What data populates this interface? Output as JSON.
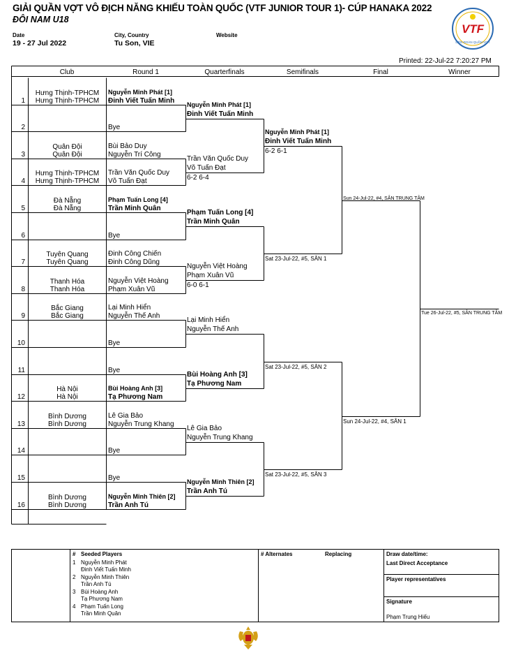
{
  "header": {
    "title": "GIẢI QUẦN VỢT VÔ ĐỊCH NĂNG KHIẾU TOÀN QUỐC (VTF JUNIOR TOUR 1)- CÚP HANAKA 2022",
    "subtitle": "ĐÔI NAM U18",
    "date_label": "Date",
    "date_value": "19 - 27 Jul 2022",
    "city_label": "City, Country",
    "city_value": "Tu Son, VIE",
    "website_label": "Website",
    "printed": "Printed: 22-Jul-22 7:20:27 PM",
    "logo_text": "VTF",
    "logo_sub": "LIÊN ĐOÀN QUẦN VỢT"
  },
  "columns": [
    "Club",
    "Round 1",
    "Quarterfinals",
    "Semifinals",
    "Final",
    "Winner"
  ],
  "draw": [
    {
      "num": "1",
      "clubs": [
        "Hưng Thịnh-TPHCM",
        "Hưng Thịnh-TPHCM"
      ],
      "players": [
        "Nguyễn Minh Phát [1]",
        "Đinh Viết Tuấn Minh"
      ]
    },
    {
      "num": "2",
      "clubs": [
        "",
        ""
      ],
      "players": [
        "Bye",
        ""
      ]
    },
    {
      "num": "3",
      "clubs": [
        "Quân Đội",
        "Quân Đội"
      ],
      "players": [
        "Bùi Bảo Duy",
        "Nguyễn Trí Công"
      ]
    },
    {
      "num": "4",
      "clubs": [
        "Hưng Thịnh-TPHCM",
        "Hưng Thịnh-TPHCM"
      ],
      "players": [
        "Trần Văn Quốc Duy",
        "Võ Tuấn Đạt"
      ]
    },
    {
      "num": "5",
      "clubs": [
        "Đà Nẵng",
        "Đà Nẵng"
      ],
      "players": [
        "Phạm Tuấn Long [4]",
        "Trần Minh Quân"
      ]
    },
    {
      "num": "6",
      "clubs": [
        "",
        ""
      ],
      "players": [
        "Bye",
        ""
      ]
    },
    {
      "num": "7",
      "clubs": [
        "Tuyên Quang",
        "Tuyên Quang"
      ],
      "players": [
        "Đinh Công Chiến",
        "Đinh Công Dũng"
      ]
    },
    {
      "num": "8",
      "clubs": [
        "Thanh Hóa",
        "Thanh Hóa"
      ],
      "players": [
        "Nguyễn Việt Hoàng",
        "Phạm Xuân Vũ"
      ]
    },
    {
      "num": "9",
      "clubs": [
        "Bắc Giang",
        "Bắc Giang"
      ],
      "players": [
        "Lại Minh Hiển",
        "Nguyễn Thế Anh"
      ]
    },
    {
      "num": "10",
      "clubs": [
        "",
        ""
      ],
      "players": [
        "Bye",
        ""
      ]
    },
    {
      "num": "11",
      "clubs": [
        "",
        ""
      ],
      "players": [
        "Bye",
        ""
      ]
    },
    {
      "num": "12",
      "clubs": [
        "Hà Nội",
        "Hà Nội"
      ],
      "players": [
        "Bùi Hoàng Anh [3]",
        "Tạ Phương Nam"
      ]
    },
    {
      "num": "13",
      "clubs": [
        "Bình Dương",
        "Bình Dương"
      ],
      "players": [
        "Lê Gia Bảo",
        "Nguyễn Trung Khang"
      ]
    },
    {
      "num": "14",
      "clubs": [
        "",
        ""
      ],
      "players": [
        "Bye",
        ""
      ]
    },
    {
      "num": "15",
      "clubs": [
        "",
        ""
      ],
      "players": [
        "Bye",
        ""
      ]
    },
    {
      "num": "16",
      "clubs": [
        "Bình Dương",
        "Bình Dương"
      ],
      "players": [
        "Nguyễn Minh Thiên [2]",
        "Trần Anh Tú"
      ]
    }
  ],
  "quarterfinals": [
    {
      "players": [
        "Nguyễn Minh Phát [1]",
        "Đinh Viết Tuấn Minh"
      ],
      "score": ""
    },
    {
      "players": [
        "Trần Văn Quốc Duy",
        "Võ Tuấn Đạt"
      ],
      "score": "6-2 6-4"
    },
    {
      "players": [
        "Phạm Tuấn Long [4]",
        "Trần Minh Quân"
      ],
      "score": ""
    },
    {
      "players": [
        "Nguyễn Việt Hoàng",
        "Phạm Xuân Vũ"
      ],
      "score": "6-0 6-1"
    },
    {
      "players": [
        "Lại Minh Hiển",
        "Nguyễn Thế Anh"
      ],
      "score": ""
    },
    {
      "players": [
        "Bùi Hoàng Anh [3]",
        "Tạ Phương Nam"
      ],
      "score": ""
    },
    {
      "players": [
        "Lê Gia Bảo",
        "Nguyễn Trung Khang"
      ],
      "score": ""
    },
    {
      "players": [
        "Nguyễn Minh Thiên [2]",
        "Trần Anh Tú"
      ],
      "score": ""
    }
  ],
  "semifinals": [
    {
      "players": [
        "Nguyễn Minh Phát [1]",
        "Đinh Viết Tuấn Minh"
      ],
      "score": "6-2 6-1"
    },
    {
      "schedule": "Sat 23-Jul-22, #5, SÂN 1"
    },
    {
      "schedule": "Sat 23-Jul-22, #5, SÂN 2"
    },
    {
      "schedule": "Sat 23-Jul-22, #5, SÂN 3"
    }
  ],
  "final": [
    {
      "schedule": "Sun 24-Jul-22, #4, SÂN TRUNG TÂM"
    },
    {
      "schedule": "Sun 24-Jul-22, #4, SÂN 1"
    }
  ],
  "winner": {
    "schedule": "Tue 26-Jul-22, #5, SÂN TRUNG TÂM"
  },
  "footer": {
    "seed_hash": "#",
    "seeded_title": "Seeded Players",
    "seeds": [
      {
        "n": "1",
        "a": "Nguyễn Minh Phát",
        "b": "Đinh Viết Tuấn Minh"
      },
      {
        "n": "2",
        "a": "Nguyễn Minh Thiên",
        "b": "Trần Anh Tú"
      },
      {
        "n": "3",
        "a": "Bùi Hoàng Anh",
        "b": "Tạ Phương Nam"
      },
      {
        "n": "4",
        "a": "Phạm Tuấn Long",
        "b": "Trần Minh Quân"
      }
    ],
    "alternates": "# Alternates",
    "replacing": "Replacing",
    "draw_date": "Draw date/time:",
    "last_direct": "Last Direct Acceptance",
    "player_reps": "Player representatives",
    "signature": "Signature",
    "signer": "Phạm Trung Hiếu"
  }
}
